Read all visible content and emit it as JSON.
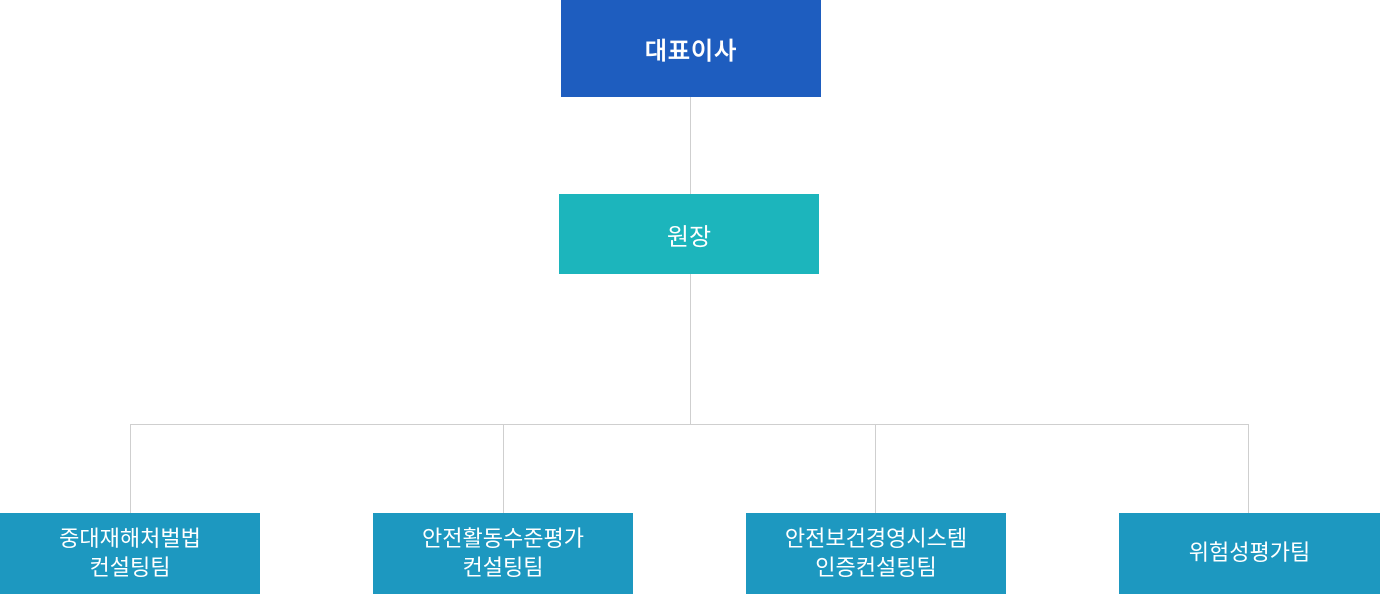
{
  "org": {
    "ceo": "대표이사",
    "director": "원장",
    "teams": [
      {
        "line1": "중대재해처벌법",
        "line2": "컨설팅팀"
      },
      {
        "line1": "안전활동수준평가",
        "line2": "컨설팅팀"
      },
      {
        "line1": "안전보건경영시스템",
        "line2": "인증컨설팅팀"
      },
      {
        "line1": "위험성평가팀",
        "line2": ""
      }
    ]
  },
  "colors": {
    "ceo": "#1e5dbf",
    "director": "#1cb5bc",
    "team": "#1d98c0",
    "connector": "#cfcfcf"
  }
}
